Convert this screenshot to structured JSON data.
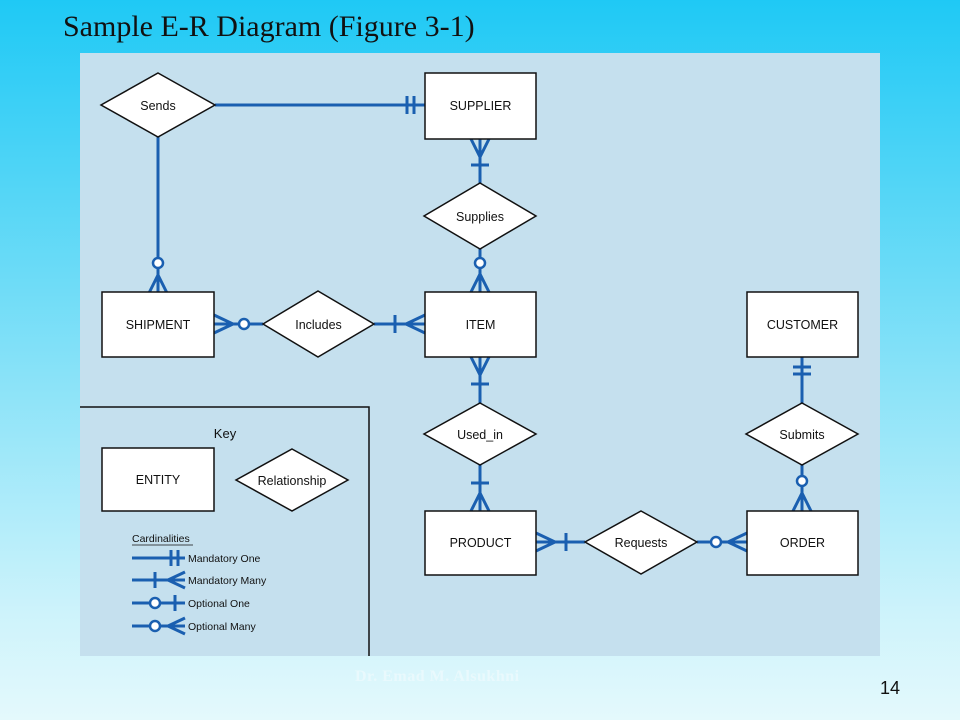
{
  "slide": {
    "title": "Sample E-R Diagram (Figure 3-1)",
    "footer": "Dr. Emad M. Alsukhni",
    "page_number": "14"
  },
  "colors": {
    "diagram_background": "#c5e0ee",
    "connector": "#1a5fb0",
    "entity_fill": "#ffffff"
  },
  "entities": {
    "supplier": "SUPPLIER",
    "shipment": "SHIPMENT",
    "item": "ITEM",
    "customer": "CUSTOMER",
    "product": "PRODUCT",
    "order": "ORDER"
  },
  "relationships": {
    "sends": "Sends",
    "supplies": "Supplies",
    "includes": "Includes",
    "used_in": "Used_in",
    "submits": "Submits",
    "requests": "Requests"
  },
  "key": {
    "title": "Key",
    "entity": "ENTITY",
    "relationship": "Relationship",
    "cardinalities_title": "Cardinalities",
    "mandatory_one": "Mandatory One",
    "mandatory_many": "Mandatory Many",
    "optional_one": "Optional One",
    "optional_many": "Optional Many"
  }
}
